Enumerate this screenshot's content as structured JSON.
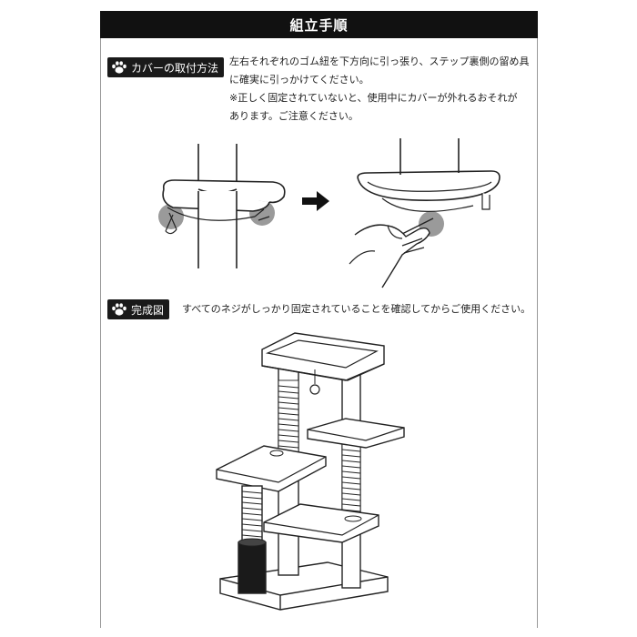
{
  "header": {
    "title": "組立手順"
  },
  "cover_section": {
    "label": "カバーの取付方法",
    "lines": [
      "左右それぞれのゴム紐を下方向に引っ張り、ステップ裏側の留め具",
      "に確実に引っかけてください。",
      "※正しく固定されていないと、使用中にカバーが外れるおそれが",
      "あります。ご注意ください。"
    ]
  },
  "complete_section": {
    "label": "完成図",
    "text": "すべてのネジがしっかり固定されていることを確認してからご使用ください。"
  },
  "icons": {
    "paw": "paw-icon",
    "arrow": "arrow-right-icon"
  },
  "colors": {
    "header_bg": "#111111",
    "label_bg": "#1a1a1a",
    "highlight": "#9a9a9a"
  }
}
